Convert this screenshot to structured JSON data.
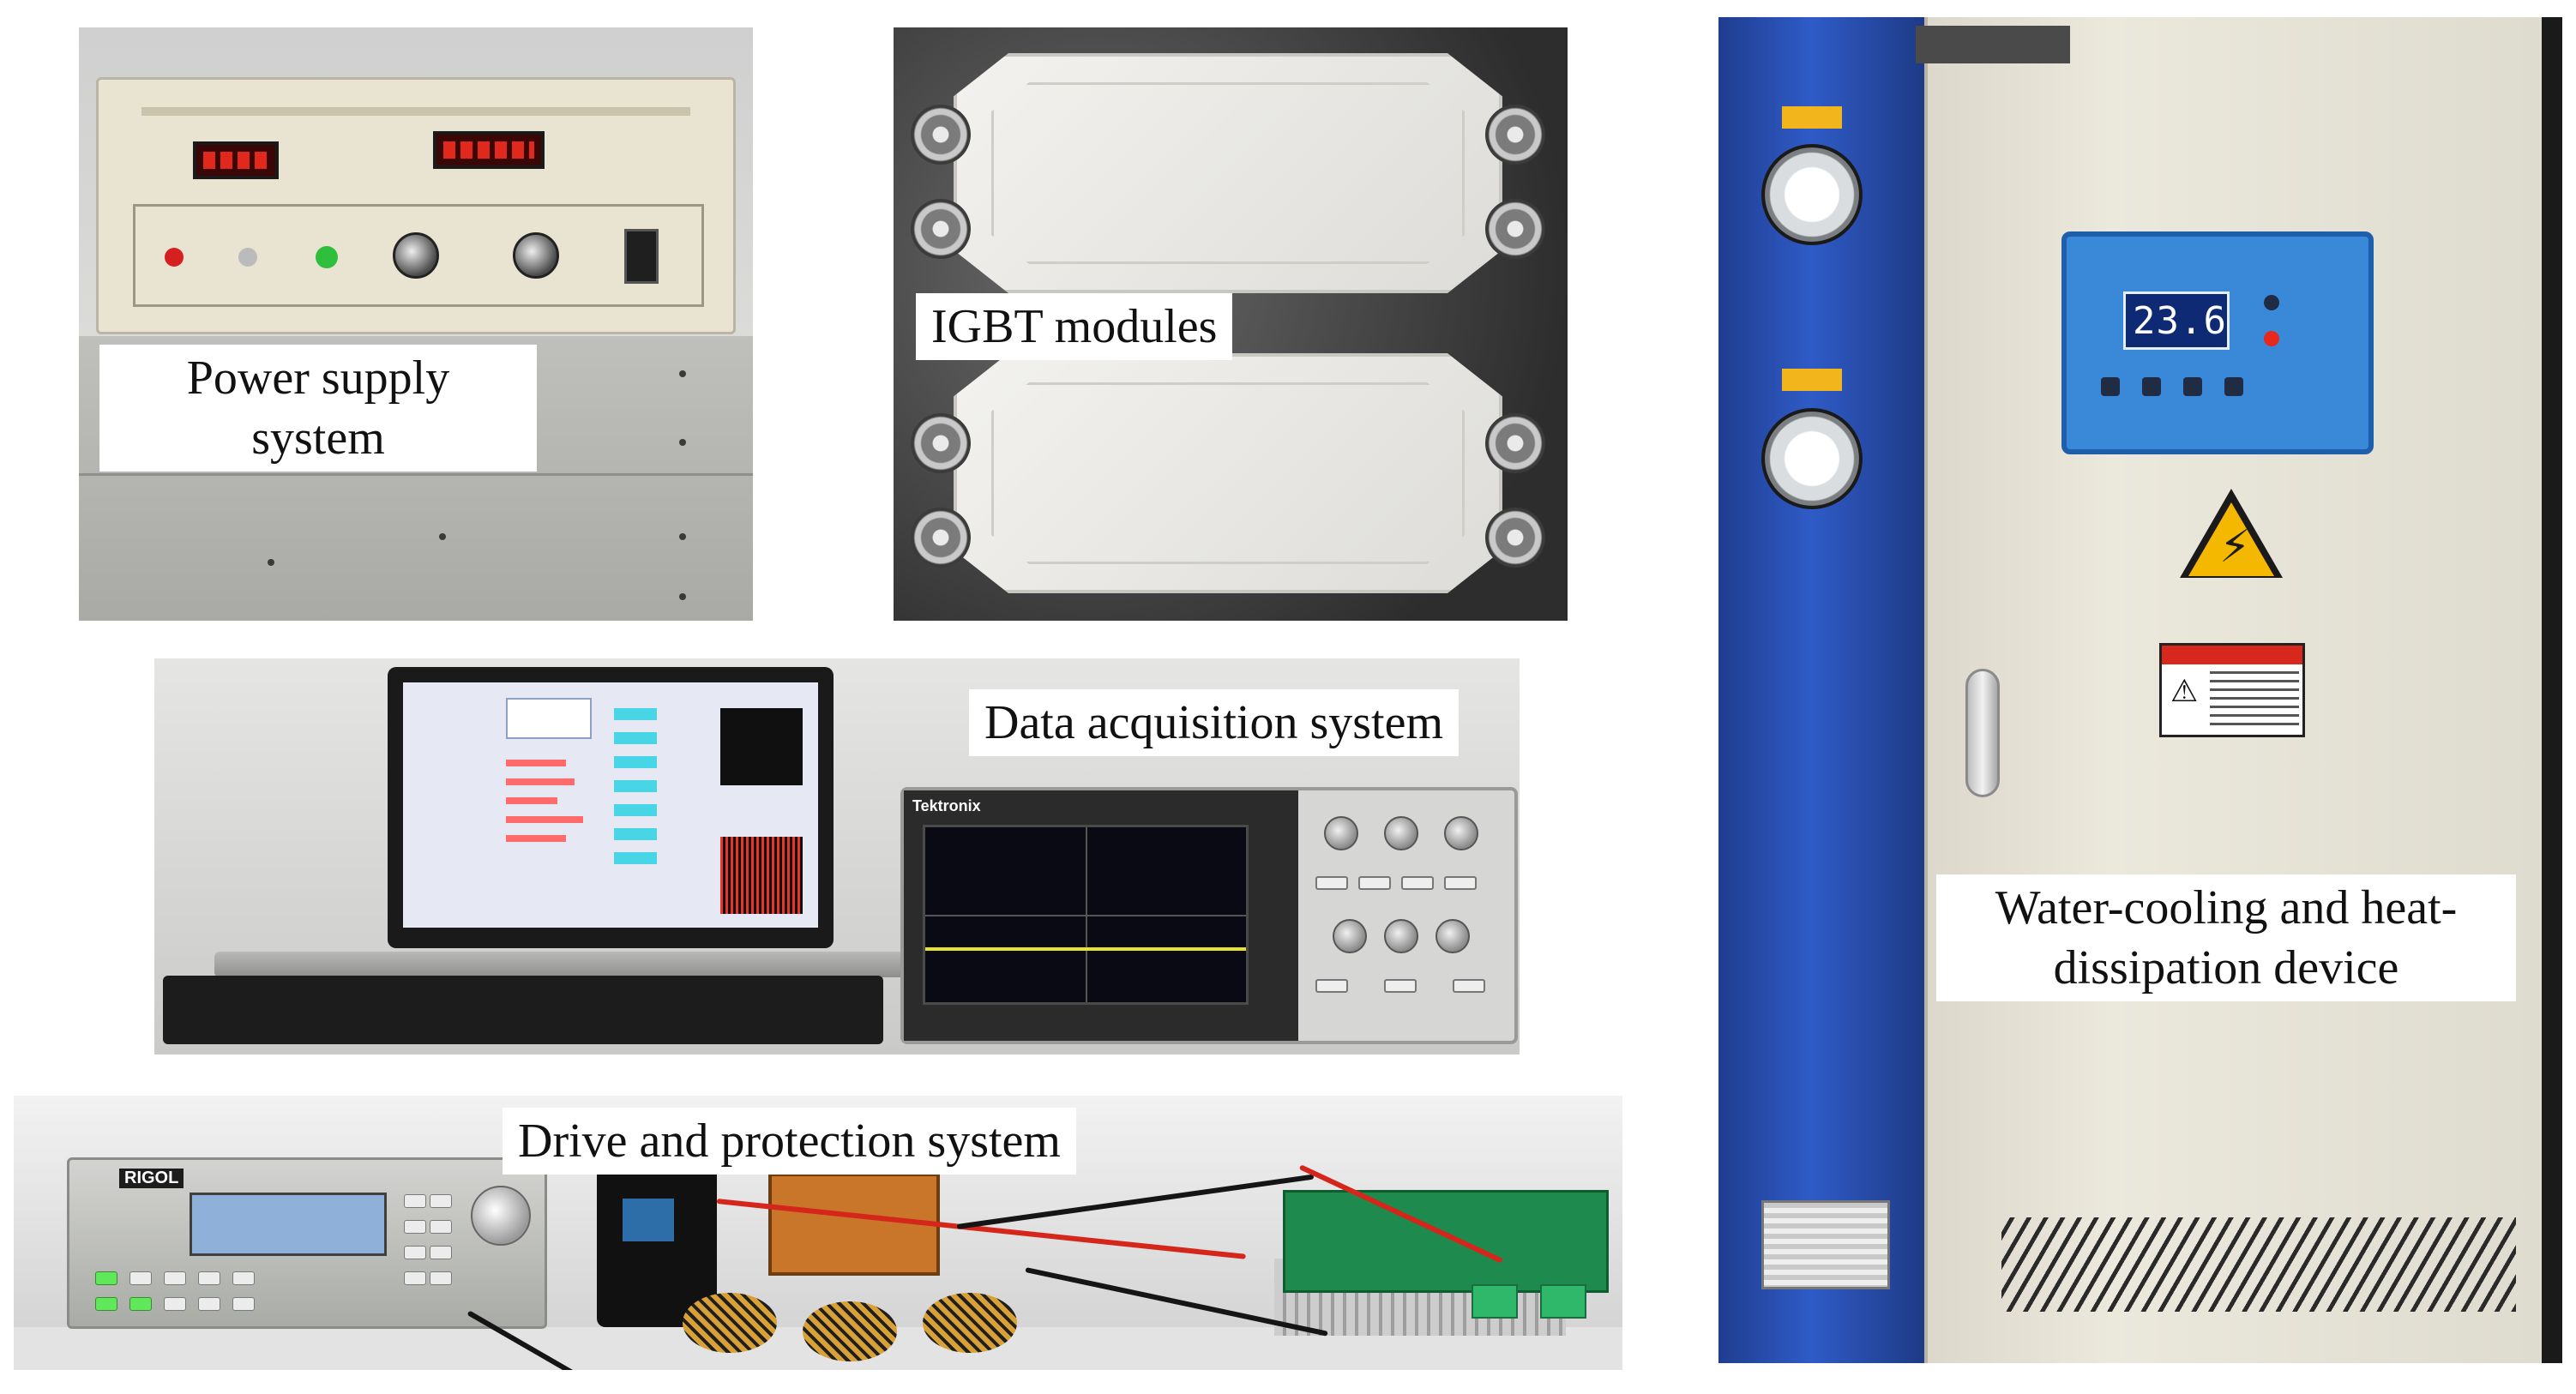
{
  "panels": {
    "power_supply": {
      "caption_line1": "Power supply",
      "caption_line2": "system"
    },
    "igbt": {
      "caption": "IGBT modules"
    },
    "data_acquisition": {
      "caption": "Data acquisition system",
      "scope_brand": "Tektronix"
    },
    "drive_protection": {
      "caption": "Drive and protection system",
      "generator_brand": "RIGOL"
    },
    "chiller": {
      "caption_line1": "Water-cooling and heat-",
      "caption_line2": "dissipation device",
      "display_value": "23.6"
    }
  },
  "colors": {
    "chiller_blue": "#2f5bc7",
    "controller_blue": "#3a88d8",
    "warning_yellow": "#f5b800",
    "pcb_green": "#1e8a4e",
    "led_red": "#e0291c"
  }
}
